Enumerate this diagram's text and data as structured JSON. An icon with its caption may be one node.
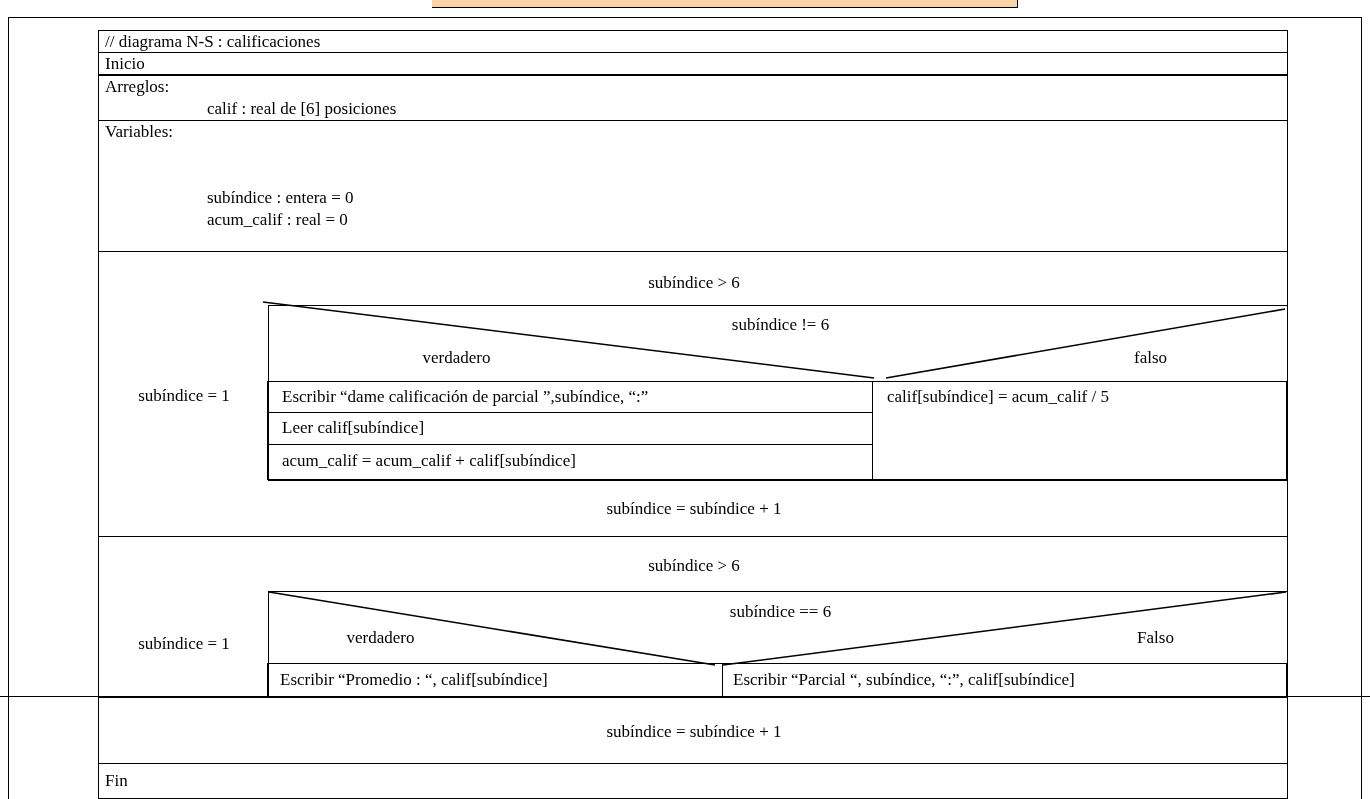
{
  "diagram": {
    "nodes": [
      {
        "text": [
          "// diagrama N-S : calificaciones"
        ]
      },
      {
        "text": [
          "Inicio"
        ]
      },
      {
        "text": [
          "Arreglos:",
          "calif : real de [6] posiciones"
        ]
      },
      {
        "text": [
          "Variables:",
          "subíndice : entera = 0",
          "acum_calif : real = 0"
        ]
      },
      {
        "text": [
          "subíndice > 6",
          "subíndice = 1",
          "subíndice = subíndice + 1"
        ]
      },
      {
        "text": [
          "subíndice != 6",
          "verdadero",
          "falso"
        ],
        "in": 4
      },
      {
        "text": [
          "Escribir “dame calificación de parcial ”,subíndice, “:”"
        ],
        "in": 5
      },
      {
        "text": [
          "Leer calif[subíndice]"
        ],
        "in": 5
      },
      {
        "text": [
          "acum_calif = acum_calif + calif[subíndice]"
        ],
        "in": 5
      },
      {
        "text": [
          "calif[subíndice] = acum_calif / 5"
        ],
        "in": 5
      },
      {
        "text": [
          "subíndice > 6",
          "subíndice = 1"
        ]
      },
      {
        "text": [
          "subíndice == 6",
          "verdadero",
          "Falso"
        ],
        "in": 10
      },
      {
        "text": [
          "Escribir “Promedio : “, calif[subíndice]"
        ],
        "in": 11
      },
      {
        "text": [
          "Escribir “Parcial “, subíndice, “:”, calif[subíndice]"
        ],
        "in": 11
      },
      {
        "text": [
          "subíndice = subíndice + 1"
        ]
      },
      {
        "text": [
          "Fin"
        ]
      }
    ]
  }
}
